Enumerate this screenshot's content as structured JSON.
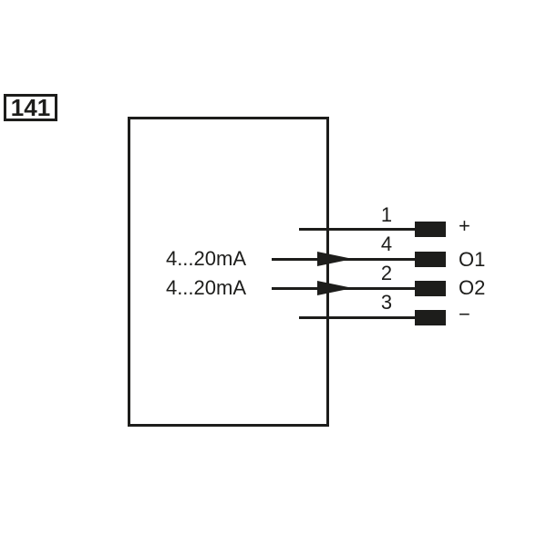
{
  "figure": {
    "number": "141"
  },
  "diagram": {
    "type": "wiring-connection-diagram",
    "device": "sensor-output-block",
    "connections": [
      {
        "pin": "1",
        "terminal": "+",
        "arrow": false,
        "signal": ""
      },
      {
        "pin": "4",
        "terminal": "O1",
        "arrow": true,
        "signal": "4...20mA"
      },
      {
        "pin": "2",
        "terminal": "O2",
        "arrow": true,
        "signal": "4...20mA"
      },
      {
        "pin": "3",
        "terminal": "−",
        "arrow": false,
        "signal": ""
      }
    ]
  },
  "colors": {
    "ink": "#1d1d1b",
    "background": "#ffffff"
  }
}
